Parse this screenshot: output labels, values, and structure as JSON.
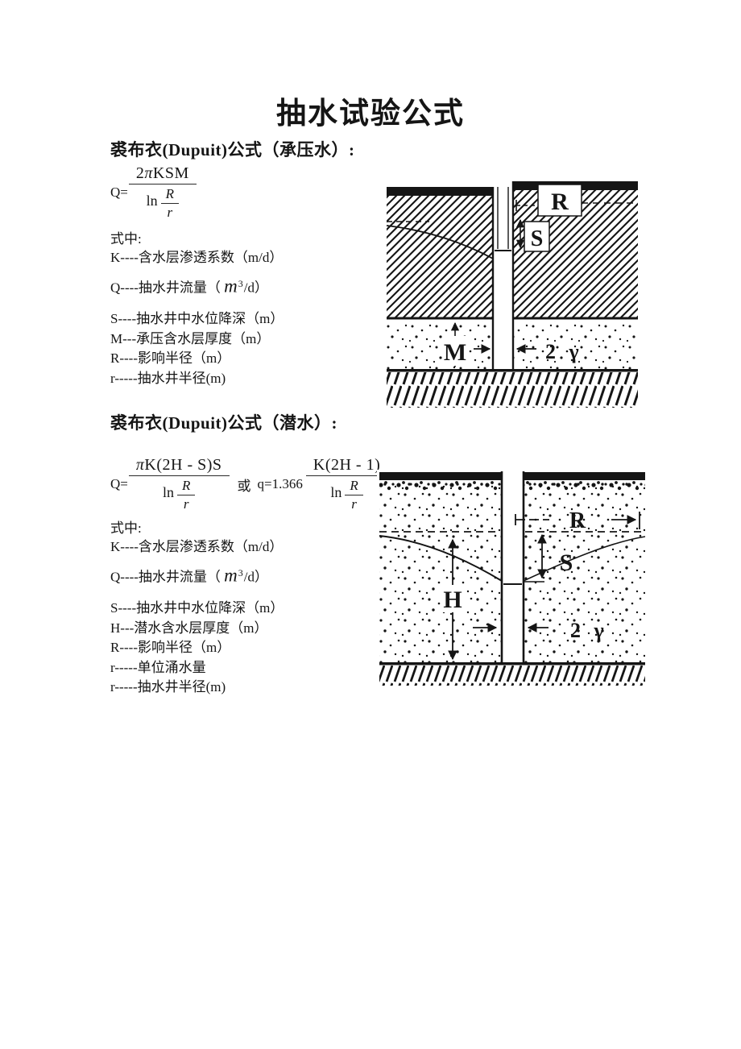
{
  "colors": {
    "ink": "#151515",
    "paper": "#ffffff"
  },
  "title": "抽水试验公式",
  "confined": {
    "heading": "裘布衣(Dupuit)公式（承压水）:",
    "formula": {
      "lhs": "Q=",
      "num_coeff": "2",
      "num_pi": "π",
      "num_rest": "KSM",
      "ln": "ln",
      "ratio_top": "R",
      "ratio_bottom": "r"
    },
    "where": "式中:",
    "defs": {
      "k": "K----含水层渗透系数（m/d）",
      "q_pre": "Q----抽水井流量（ ",
      "q_var": "m",
      "q_sup": "3",
      "q_post": "/d）",
      "s": "S----抽水井中水位降深（m）",
      "m": "M---承压含水层厚度（m）",
      "r_big": "R----影响半径（m）",
      "r_small": "r-----抽水井半径(m)"
    },
    "diagram": {
      "label_r": "R",
      "label_s": "S",
      "label_m": "M",
      "label_2r": "2 γ"
    }
  },
  "unconfined": {
    "heading": "裘布衣(Dupuit)公式（潜水）:",
    "formula": {
      "lhs": "Q=",
      "num_pi": "π",
      "num_rest": "K(2H - S)S",
      "ln": "ln",
      "ratio_top": "R",
      "ratio_bottom": "r",
      "or": "或",
      "alt_lhs": "q=1.366",
      "alt_num": "K(2H - 1)",
      "alt_ln": "ln",
      "alt_ratio_top": "R",
      "alt_ratio_bottom": "r"
    },
    "where": "式中:",
    "defs": {
      "k": "K----含水层渗透系数（m/d）",
      "q_pre": "Q----抽水井流量（ ",
      "q_var": "m",
      "q_sup": "3",
      "q_post": "/d）",
      "s": "S----抽水井中水位降深（m）",
      "h": "H---潜水含水层厚度（m）",
      "r_big": "R----影响半径（m）",
      "r_unit": "r-----单位涌水量",
      "r_small": "r-----抽水井半径(m)"
    },
    "diagram": {
      "label_r": "R",
      "label_s": "S",
      "label_h": "H",
      "label_2r": "2 γ"
    }
  }
}
